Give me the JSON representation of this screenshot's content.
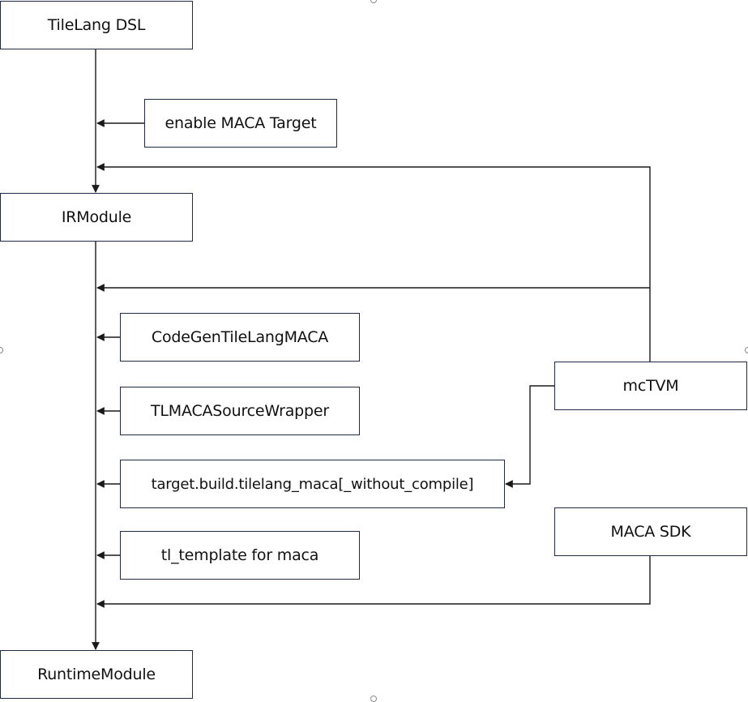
{
  "diagram": {
    "type": "flowchart",
    "line_color": "#1a1a1a",
    "box_border_color": "#1f2a44",
    "nodes": {
      "tilelang_dsl": "TileLang DSL",
      "enable_maca_target": "enable MACA Target",
      "irmodule": "IRModule",
      "codegen_tilelang_maca": "CodeGenTileLangMACA",
      "tlmaca_source_wrapper": "TLMACASourceWrapper",
      "target_build": "target.build.tilelang_maca[_without_compile]",
      "tl_template": "tl_template for maca",
      "mctvm": "mcTVM",
      "maca_sdk": "MACA SDK",
      "runtime_module": "RuntimeModule"
    },
    "edges": [
      {
        "from": "tilelang_dsl",
        "to": "irmodule"
      },
      {
        "from": "enable_maca_target",
        "to": "tilelang_dsl-irmodule-line"
      },
      {
        "from": "mctvm",
        "to": "tilelang_dsl-irmodule-line"
      },
      {
        "from": "mctvm",
        "to": "irmodule-runtime-line"
      },
      {
        "from": "codegen_tilelang_maca",
        "to": "irmodule-runtime-line"
      },
      {
        "from": "tlmaca_source_wrapper",
        "to": "irmodule-runtime-line"
      },
      {
        "from": "target_build",
        "to": "irmodule-runtime-line"
      },
      {
        "from": "mctvm",
        "to": "target_build"
      },
      {
        "from": "tl_template",
        "to": "irmodule-runtime-line"
      },
      {
        "from": "maca_sdk",
        "to": "irmodule-runtime-line"
      },
      {
        "from": "irmodule",
        "to": "runtime_module"
      }
    ]
  }
}
